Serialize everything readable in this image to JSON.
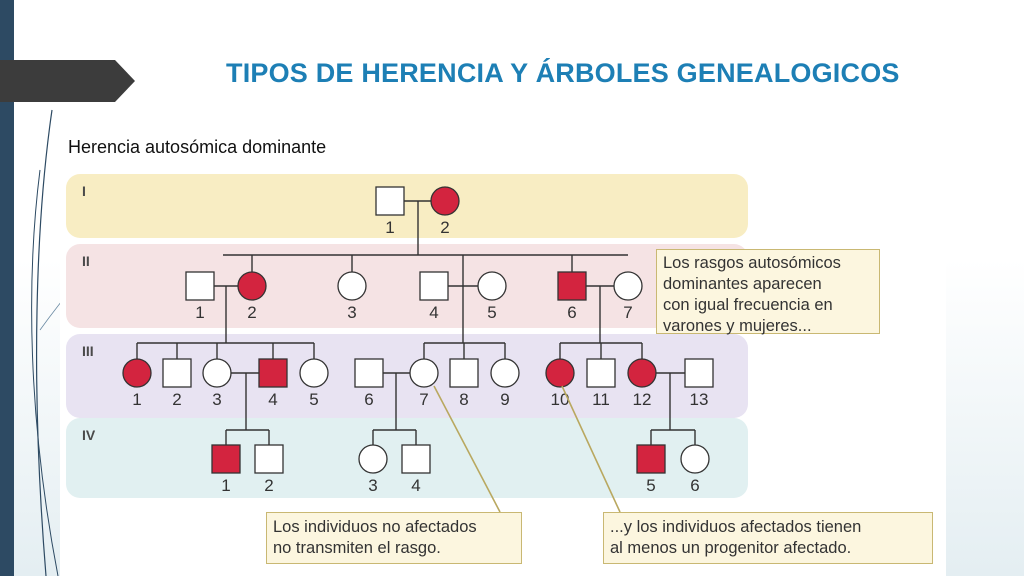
{
  "slide": {
    "title": "TIPOS DE HERENCIA Y ÁRBOLES GENEALOGICOS",
    "subtitle": "Herencia autosómica dominante"
  },
  "colors": {
    "title": "#1d7fb5",
    "affected": "#d3243f",
    "band_I": "#f8edc3",
    "band_II": "#f5e3e4",
    "band_III": "#e8e3f2",
    "band_IV": "#e1f0f1",
    "callout_fill": "#fcf6df",
    "callout_border": "#c9b873"
  },
  "pedigree": {
    "generations": [
      "I",
      "II",
      "III",
      "IV"
    ],
    "individuals": {
      "I": [
        {
          "n": "1",
          "sex": "male",
          "affected": false
        },
        {
          "n": "2",
          "sex": "female",
          "affected": true
        }
      ],
      "II": [
        {
          "n": "1",
          "sex": "male",
          "affected": false
        },
        {
          "n": "2",
          "sex": "female",
          "affected": true
        },
        {
          "n": "3",
          "sex": "female",
          "affected": false
        },
        {
          "n": "4",
          "sex": "male",
          "affected": false
        },
        {
          "n": "5",
          "sex": "female",
          "affected": false
        },
        {
          "n": "6",
          "sex": "male",
          "affected": true
        },
        {
          "n": "7",
          "sex": "female",
          "affected": false
        }
      ],
      "III": [
        {
          "n": "1",
          "sex": "female",
          "affected": true
        },
        {
          "n": "2",
          "sex": "male",
          "affected": false
        },
        {
          "n": "3",
          "sex": "female",
          "affected": false
        },
        {
          "n": "4",
          "sex": "male",
          "affected": true
        },
        {
          "n": "5",
          "sex": "female",
          "affected": false
        },
        {
          "n": "6",
          "sex": "male",
          "affected": false
        },
        {
          "n": "7",
          "sex": "female",
          "affected": false
        },
        {
          "n": "8",
          "sex": "male",
          "affected": false
        },
        {
          "n": "9",
          "sex": "female",
          "affected": false
        },
        {
          "n": "10",
          "sex": "female",
          "affected": true
        },
        {
          "n": "11",
          "sex": "male",
          "affected": false
        },
        {
          "n": "12",
          "sex": "female",
          "affected": true
        },
        {
          "n": "13",
          "sex": "male",
          "affected": false
        }
      ],
      "IV": [
        {
          "n": "1",
          "sex": "male",
          "affected": true
        },
        {
          "n": "2",
          "sex": "male",
          "affected": false
        },
        {
          "n": "3",
          "sex": "female",
          "affected": false
        },
        {
          "n": "4",
          "sex": "male",
          "affected": false
        },
        {
          "n": "5",
          "sex": "male",
          "affected": true
        },
        {
          "n": "6",
          "sex": "female",
          "affected": false
        }
      ]
    }
  },
  "callouts": {
    "frequency": {
      "lines": [
        "Los rasgos autosómicos",
        "dominantes aparecen",
        "con igual frecuencia en",
        "varones y mujeres..."
      ]
    },
    "unaffected": {
      "lines": [
        "Los individuos no afectados",
        "no transmiten el rasgo."
      ]
    },
    "affected": {
      "lines": [
        "...y los individuos afectados tienen",
        "al menos un progenitor afectado."
      ]
    }
  }
}
